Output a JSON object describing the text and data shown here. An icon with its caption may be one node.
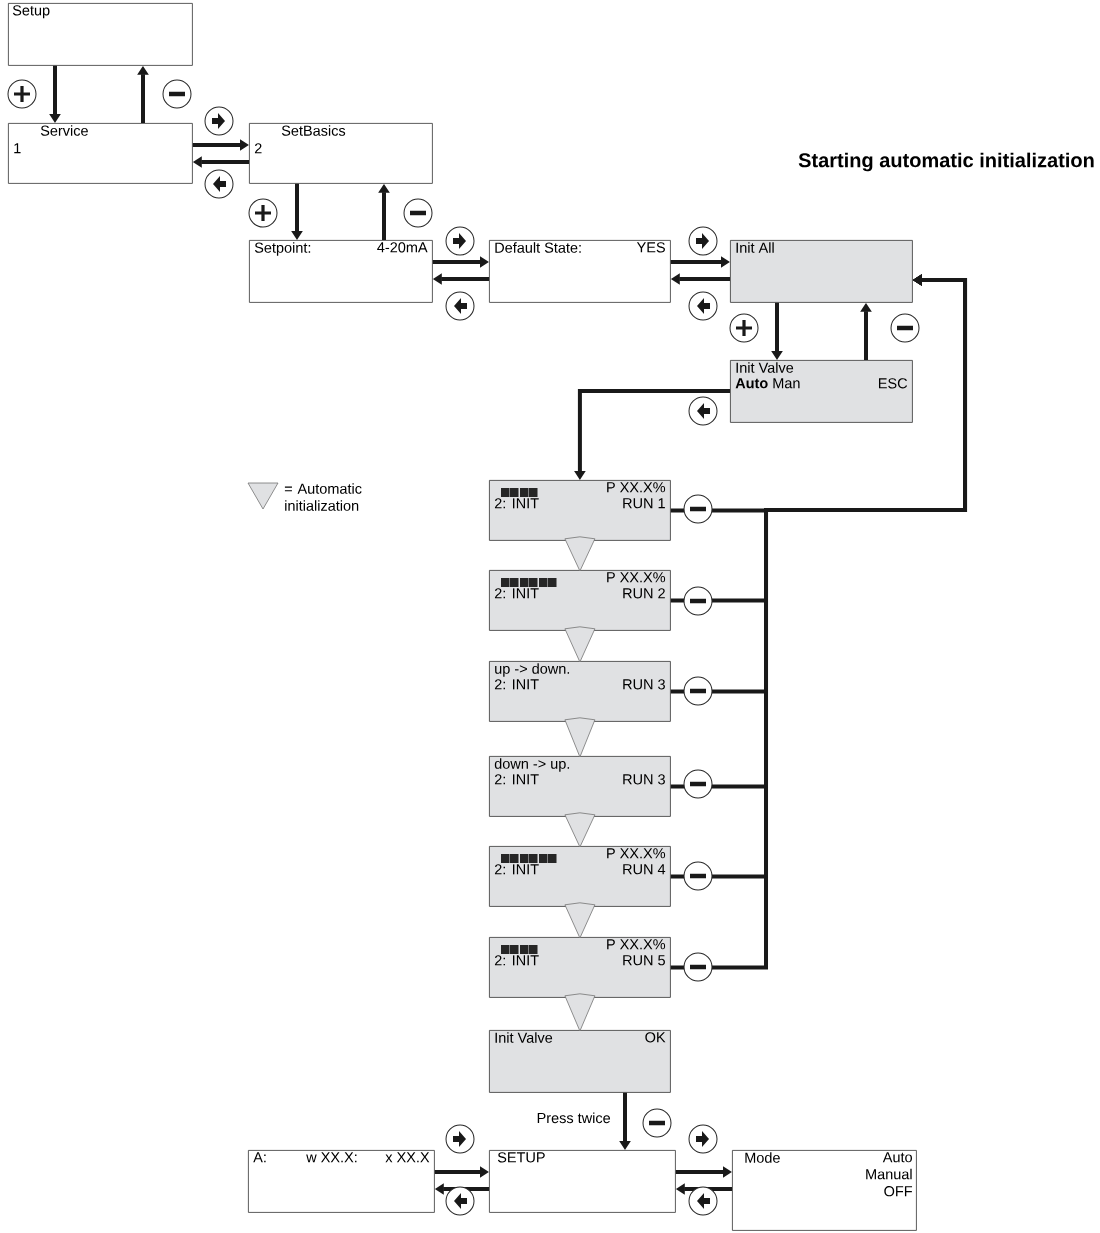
{
  "diagram": {
    "title": "Starting automatic initialization",
    "nodes": [
      {
        "text": [
          "Setup"
        ]
      },
      {
        "text": [
          "Service",
          "1"
        ]
      },
      {
        "text": [
          "SetBasics",
          "2"
        ]
      },
      {
        "text": [
          "Setpoint:",
          "4-20mA"
        ]
      },
      {
        "text": [
          "Default State:",
          "YES"
        ]
      },
      {
        "text": [
          "Init All"
        ]
      },
      {
        "text": [
          "Init Valve",
          "**Auto** Man",
          "ESC"
        ]
      },
      {
        "text": [
          "P XX.X%",
          "2: INIT",
          "RUN 1"
        ]
      },
      {
        "text": [
          "P XX.X%",
          "2: INIT",
          "RUN 2"
        ]
      },
      {
        "text": [
          "up -> down.",
          "2: INIT",
          "RUN 3"
        ]
      },
      {
        "text": [
          "down -> up.",
          "2: INIT",
          "RUN 3"
        ]
      },
      {
        "text": [
          "P XX.X%",
          "2: INIT",
          "RUN 4"
        ]
      },
      {
        "text": [
          "P XX.X%",
          "2: INIT",
          "RUN 5"
        ]
      },
      {
        "text": [
          "Init Valve",
          "OK"
        ]
      },
      {
        "text": [
          "A:",
          "w XX.X:",
          "x XX.X"
        ]
      },
      {
        "text": [
          "SETUP"
        ]
      },
      {
        "text": [
          "Mode",
          "Auto Manual OFF"
        ]
      }
    ],
    "edges": [
      {
        "from": 0,
        "to": 1,
        "arrow": "to"
      },
      {
        "from": 1,
        "to": 0,
        "arrow": "to"
      },
      {
        "from": 1,
        "to": 2,
        "arrow": "to"
      },
      {
        "from": 2,
        "to": 1,
        "arrow": "to"
      },
      {
        "from": 2,
        "to": 3,
        "arrow": "to"
      },
      {
        "from": 3,
        "to": 2,
        "arrow": "to"
      },
      {
        "from": 3,
        "to": 4,
        "arrow": "to"
      },
      {
        "from": 4,
        "to": 3,
        "arrow": "to"
      },
      {
        "from": 4,
        "to": 5,
        "arrow": "to"
      },
      {
        "from": 5,
        "to": 4,
        "arrow": "to"
      },
      {
        "from": 5,
        "to": 6,
        "arrow": "to"
      },
      {
        "from": 6,
        "to": 5,
        "arrow": "to"
      },
      {
        "from": 6,
        "to": 7,
        "arrow": "to"
      },
      {
        "from": 7,
        "to": 8,
        "arrow": "to"
      },
      {
        "from": 8,
        "to": 9,
        "arrow": "to"
      },
      {
        "from": 9,
        "to": 10,
        "arrow": "to"
      },
      {
        "from": 10,
        "to": 11,
        "arrow": "to"
      },
      {
        "from": 11,
        "to": 12,
        "arrow": "to"
      },
      {
        "from": 12,
        "to": 13,
        "arrow": "to"
      },
      {
        "from": 7,
        "to": 5,
        "arrow": "to"
      },
      {
        "from": 8,
        "to": 5,
        "arrow": "to"
      },
      {
        "from": 9,
        "to": 5,
        "arrow": "to"
      },
      {
        "from": 10,
        "to": 5,
        "arrow": "to"
      },
      {
        "from": 11,
        "to": 5,
        "arrow": "to"
      },
      {
        "from": 12,
        "to": 5,
        "arrow": "to"
      },
      {
        "from": 13,
        "to": 15,
        "arrow": "to",
        "label": "Press twice"
      },
      {
        "from": 14,
        "to": 15,
        "arrow": "to"
      },
      {
        "from": 15,
        "to": 14,
        "arrow": "to"
      },
      {
        "from": 15,
        "to": 16,
        "arrow": "to"
      },
      {
        "from": 16,
        "to": 15,
        "arrow": "to"
      }
    ],
    "legend": [
      {
        "text": "= Automatic initialization"
      }
    ]
  }
}
